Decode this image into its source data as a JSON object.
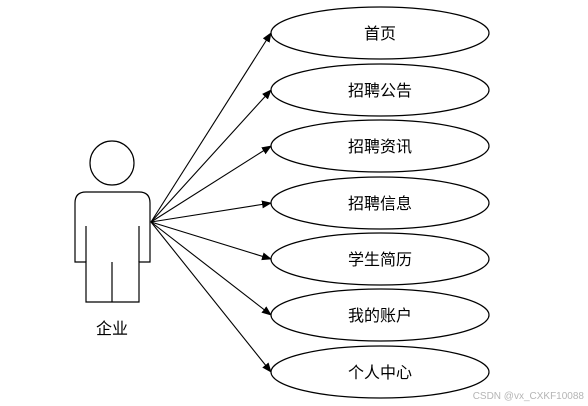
{
  "actor": {
    "label": "企业"
  },
  "use_cases": [
    {
      "label": "首页"
    },
    {
      "label": "招聘公告"
    },
    {
      "label": "招聘资讯"
    },
    {
      "label": "招聘信息"
    },
    {
      "label": "学生简历"
    },
    {
      "label": "我的账户"
    },
    {
      "label": "个人中心"
    }
  ],
  "watermark": "CSDN @vx_CXKF10088",
  "colors": {
    "stroke": "#000000",
    "background": "#ffffff",
    "watermark": "#b5b5b5"
  }
}
